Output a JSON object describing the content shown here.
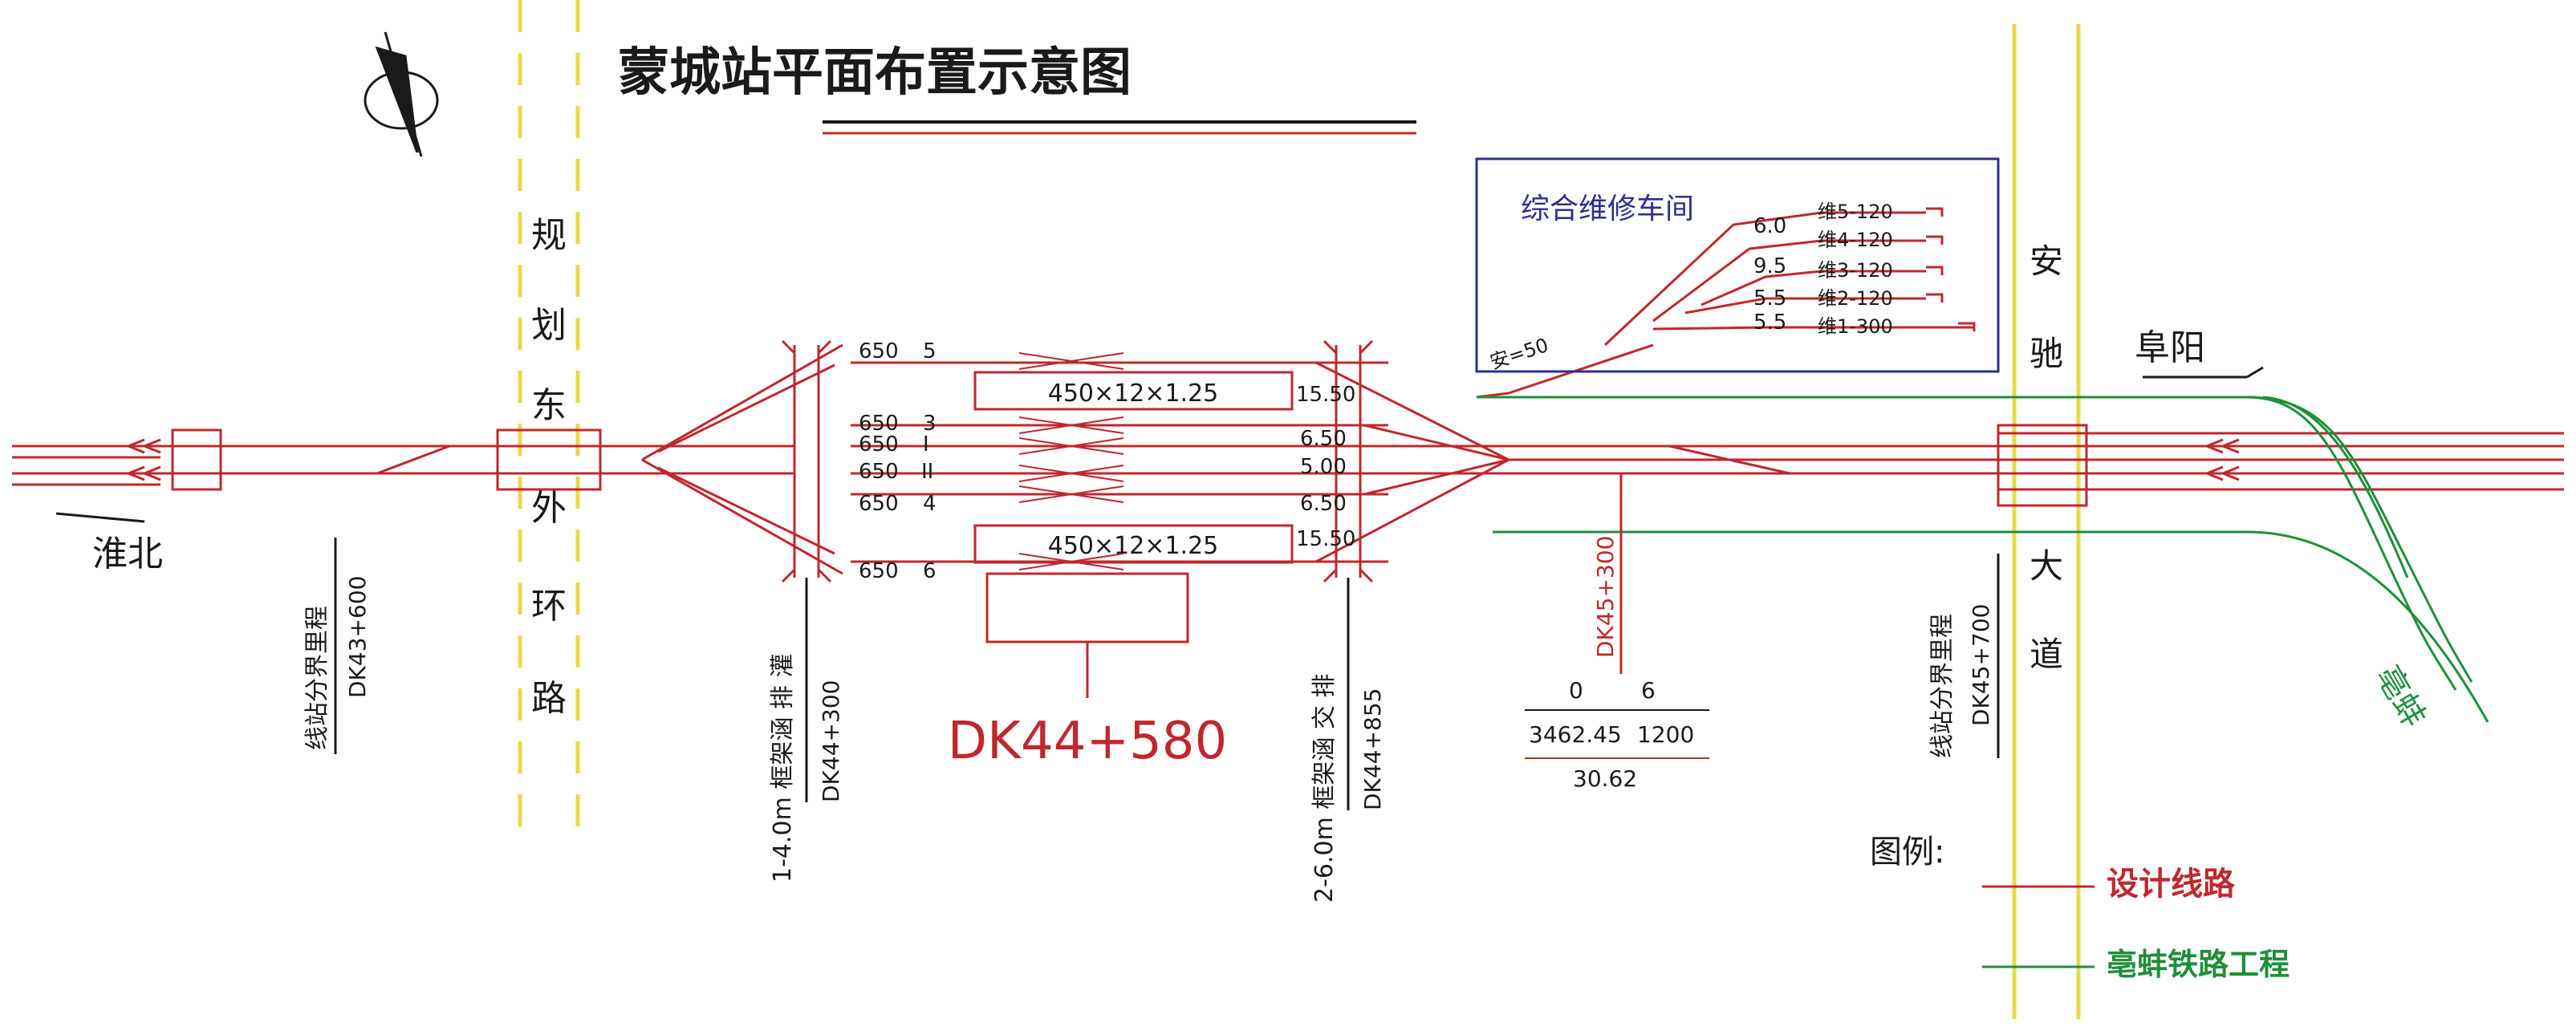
{
  "title": "蒙城站平面布置示意图",
  "colors": {
    "design_line": "#c0272d",
    "bobeng_line": "#1f8f3a",
    "road": "#e9d84a",
    "text": "#1a1a1a",
    "depot_frame": "#2c2f8c"
  },
  "icons": {
    "north_arrow": "north-arrow-icon"
  },
  "roads": {
    "ring_road_chars": [
      "规",
      "划",
      "东",
      "外",
      "环",
      "路"
    ],
    "anchi_road_chars": [
      "安",
      "驰",
      "大",
      "道"
    ]
  },
  "directions": {
    "west": "淮北",
    "east": "阜阳"
  },
  "mileage": {
    "boundary_west": {
      "label": "线站分界里程",
      "value": "DK43+600"
    },
    "culvert_west": {
      "label": "1-4.0m 框架涵 排 灌",
      "value": "DK44+300"
    },
    "station_center": "DK44+580",
    "culvert_east": {
      "label": "2-6.0m 框架涵 交 排",
      "value": "DK44+855"
    },
    "curve_point": "DK45+300",
    "boundary_east": {
      "label": "线站分界里程",
      "value": "DK45+700"
    }
  },
  "tracks": [
    {
      "length": "650",
      "number": "5"
    },
    {
      "length": "650",
      "number": "3"
    },
    {
      "length": "650",
      "number": "I"
    },
    {
      "length": "650",
      "number": "II"
    },
    {
      "length": "650",
      "number": "4"
    },
    {
      "length": "650",
      "number": "6"
    }
  ],
  "platforms": [
    "450×12×1.25",
    "450×12×1.25"
  ],
  "east_distances": [
    "15.50",
    "6.50",
    "5.00",
    "6.50",
    "15.50"
  ],
  "curve_table": {
    "row1": [
      "0",
      "6"
    ],
    "row2": [
      "3462.45",
      "1200"
    ],
    "row3": "30.62"
  },
  "depot": {
    "title": "综合维修车间",
    "track_labels": [
      "维5-120",
      "维4-120",
      "维3-120",
      "维2-120",
      "维1-300"
    ],
    "spacings": [
      "6.0",
      "9.5",
      "5.5",
      "5.5"
    ],
    "safety_line": "安=50"
  },
  "legend": {
    "title": "图例:",
    "items": [
      {
        "label": "设计线路",
        "color": "#c0272d"
      },
      {
        "label": "亳蚌铁路工程",
        "color": "#1f8f3a"
      }
    ]
  },
  "green_label": "亳蚌"
}
